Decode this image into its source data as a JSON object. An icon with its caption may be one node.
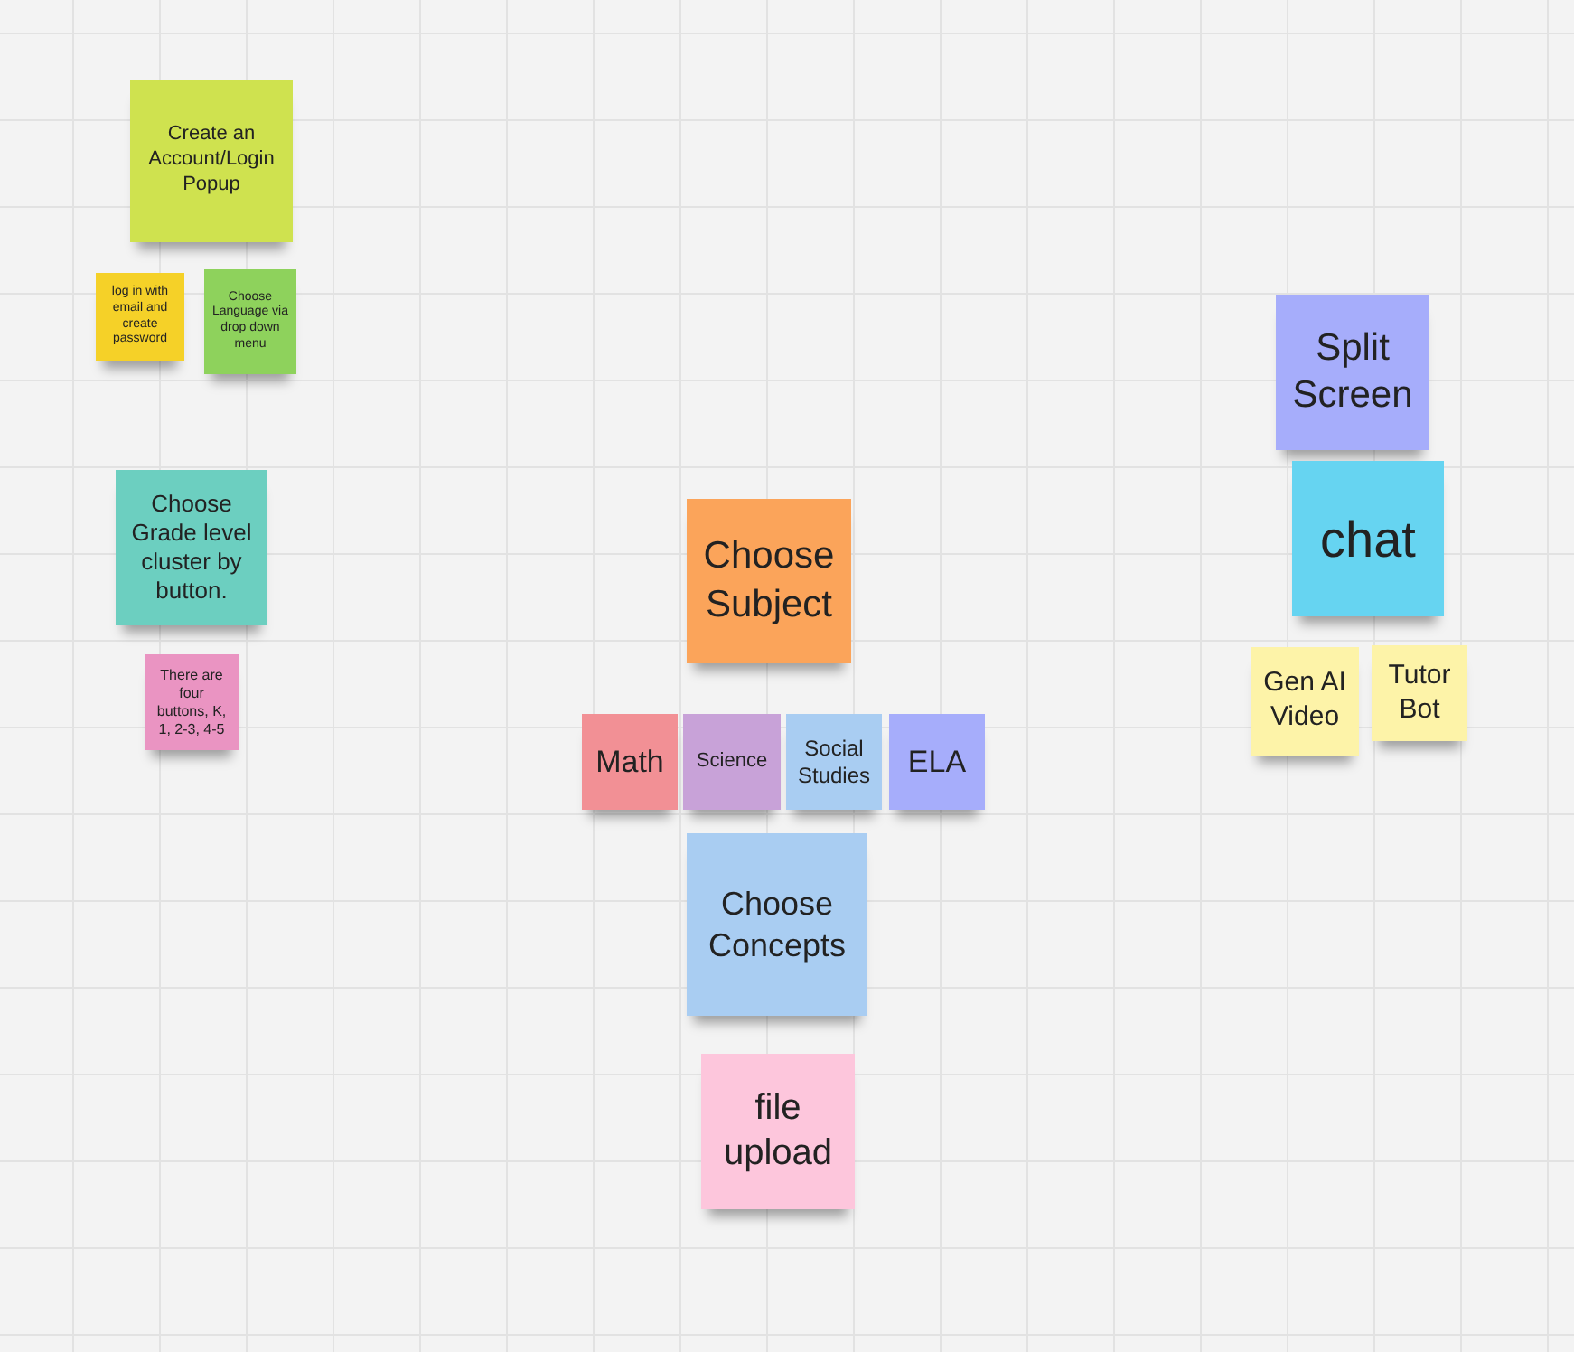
{
  "diagram": {
    "nodes": [
      {
        "text": [
          "Create an Account/Login Popup"
        ]
      },
      {
        "text": [
          "log in with email and create password"
        ]
      },
      {
        "text": [
          "Choose Language via drop down menu"
        ]
      },
      {
        "text": [
          "Choose Grade level cluster by button."
        ]
      },
      {
        "text": [
          "There are four buttons, K, 1, 2-3, 4-5"
        ]
      },
      {
        "text": [
          "Choose Subject"
        ]
      },
      {
        "text": [
          "Math"
        ]
      },
      {
        "text": [
          "Science"
        ]
      },
      {
        "text": [
          "Social Studies"
        ]
      },
      {
        "text": [
          "ELA"
        ]
      },
      {
        "text": [
          "Choose Concepts"
        ]
      },
      {
        "text": [
          "file upload"
        ]
      },
      {
        "text": [
          "Split Screen"
        ]
      },
      {
        "text": [
          "chat"
        ]
      },
      {
        "text": [
          "Gen AI Video"
        ]
      },
      {
        "text": [
          "Tutor Bot"
        ]
      }
    ]
  }
}
